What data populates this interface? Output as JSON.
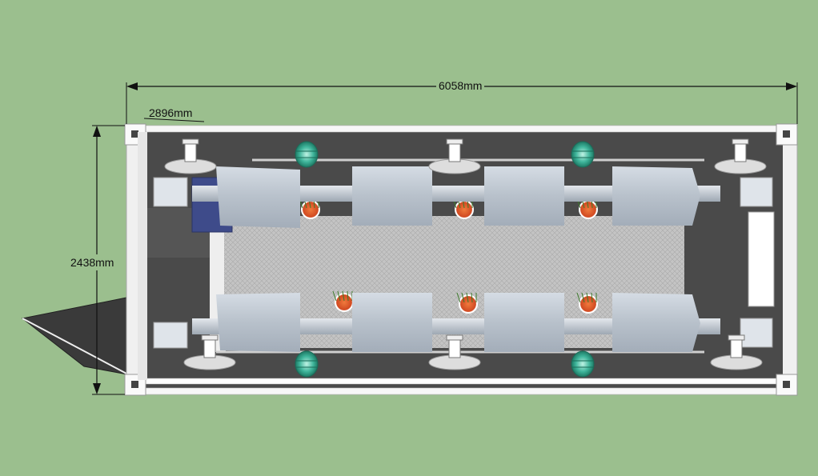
{
  "dimensions": {
    "length": "6058mm",
    "height": "2896mm",
    "width": "2438mm"
  },
  "colors": {
    "background": "#9bbf8e",
    "floor_dark": "#4a4a4a",
    "grow_bed": "#c9c9c9",
    "duct": "#b9c2cc",
    "frame": "#f2f2f2",
    "lamp": "#3fb59b",
    "pot": "#d9502a",
    "hood_blue": "#3e4b8a"
  },
  "icons": {
    "fan": "fan-icon",
    "lamp": "vapor-proof-lamp-icon",
    "pot": "plant-pot-icon",
    "door": "container-door-icon"
  }
}
